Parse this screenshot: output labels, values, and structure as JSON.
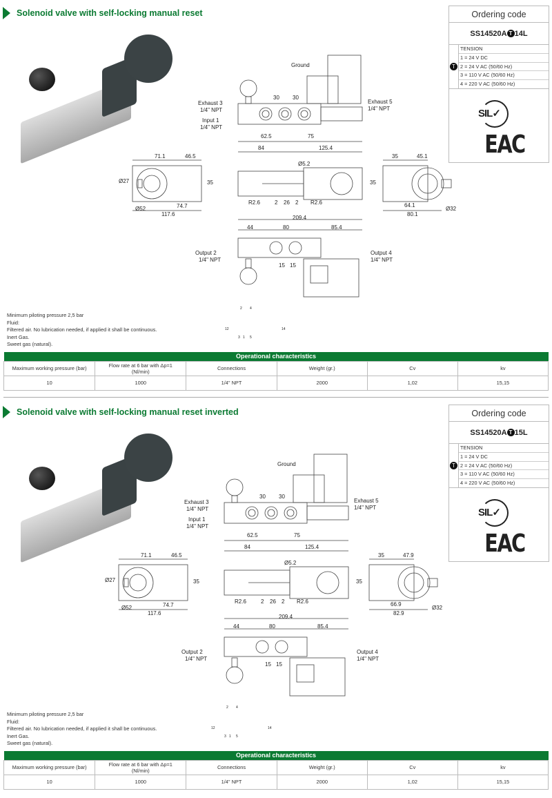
{
  "sections": [
    {
      "title": "Solenoid valve with self-locking manual reset",
      "ordering": {
        "heading": "Ordering code",
        "code_prefix": "SS14520A",
        "code_badge": "T",
        "code_suffix": "14L",
        "tension_label": "TENSION",
        "options": [
          "1 = 24 V DC",
          "2 = 24 V AC (50/60 Hz)",
          "3 = 110 V AC (50/60 Hz)",
          "4 = 220 V AC (50/60 Hz)"
        ],
        "logos": [
          "SIL",
          "EAC"
        ]
      },
      "drawing_labels": [
        "Ground",
        "Exhaust 3",
        "1/4\" NPT",
        "Input 1",
        "1/4\" NPT",
        "30",
        "30",
        "Exhaust 5",
        "1/4\" NPT",
        "62.5",
        "75",
        "84",
        "125.4",
        "71.1",
        "46.5",
        "Ø27",
        "35",
        "Ø52",
        "74.7",
        "117.6",
        "Ø5.2",
        "R2.6",
        "2",
        "26",
        "2",
        "R2.6",
        "35",
        "45.1",
        "35",
        "64.1",
        "Ø32",
        "80.1",
        "209.4",
        "44",
        "80",
        "85.4",
        "Output 2",
        "1/4\" NPT",
        "Output 4",
        "1/4\" NPT",
        "15",
        "15"
      ],
      "symbol_labels": [
        "2",
        "4",
        "12",
        "14",
        "3",
        "1",
        "5"
      ],
      "notes": [
        "Minimum piloting pressure 2,5 bar",
        "Fluid:",
        "Filtered air. No lubrication needed, if applied it shall be continuous.",
        "Inert Gas.",
        "Sweet gas (natural)."
      ],
      "table": {
        "title": "Operational characteristics",
        "headers": [
          "Maximum working pressure (bar)",
          "Flow rate at 6 bar with Δp=1 (Nl/min)",
          "Connections",
          "Weight (gr.)",
          "Cv",
          "kv"
        ],
        "row": [
          "10",
          "1000",
          "1/4\" NPT",
          "2000",
          "1,02",
          "15,15"
        ]
      }
    },
    {
      "title": "Solenoid valve with self-locking manual reset inverted",
      "ordering": {
        "heading": "Ordering code",
        "code_prefix": "SS14520A",
        "code_badge": "T",
        "code_suffix": "15L",
        "tension_label": "TENSION",
        "options": [
          "1 = 24 V DC",
          "2 = 24 V AC (50/60 Hz)",
          "3 = 110 V AC (50/60 Hz)",
          "4 = 220 V AC (50/60 Hz)"
        ],
        "logos": [
          "SIL",
          "EAC"
        ]
      },
      "drawing_labels": [
        "Ground",
        "Exhaust 3",
        "1/4\" NPT",
        "Input 1",
        "1/4\" NPT",
        "30",
        "30",
        "Exhaust 5",
        "1/4\" NPT",
        "62.5",
        "75",
        "84",
        "125.4",
        "71.1",
        "46.5",
        "Ø27",
        "35",
        "Ø52",
        "74.7",
        "117.6",
        "Ø5.2",
        "R2.6",
        "2",
        "26",
        "2",
        "R2.6",
        "35",
        "47.9",
        "35",
        "66.9",
        "Ø32",
        "82.9",
        "209.4",
        "44",
        "80",
        "85.4",
        "Output 2",
        "1/4\" NPT",
        "Output 4",
        "1/4\" NPT",
        "15",
        "15"
      ],
      "symbol_labels": [
        "2",
        "4",
        "12",
        "14",
        "3",
        "1",
        "5"
      ],
      "notes": [
        "Minimum piloting pressure 2,5 bar",
        "Fluid:",
        "Filtered air. No lubrication needed, if applied it shall be continuous.",
        "Inert Gas.",
        "Sweet gas (natural)."
      ],
      "table": {
        "title": "Operational characteristics",
        "headers": [
          "Maximum working pressure (bar)",
          "Flow rate at 6 bar with Δp=1 (Nl/min)",
          "Connections",
          "Weight (gr.)",
          "Cv",
          "kv"
        ],
        "row": [
          "10",
          "1000",
          "1/4\" NPT",
          "2000",
          "1,02",
          "15,15"
        ]
      }
    }
  ],
  "colors": {
    "brand_green": "#0b7a32"
  }
}
